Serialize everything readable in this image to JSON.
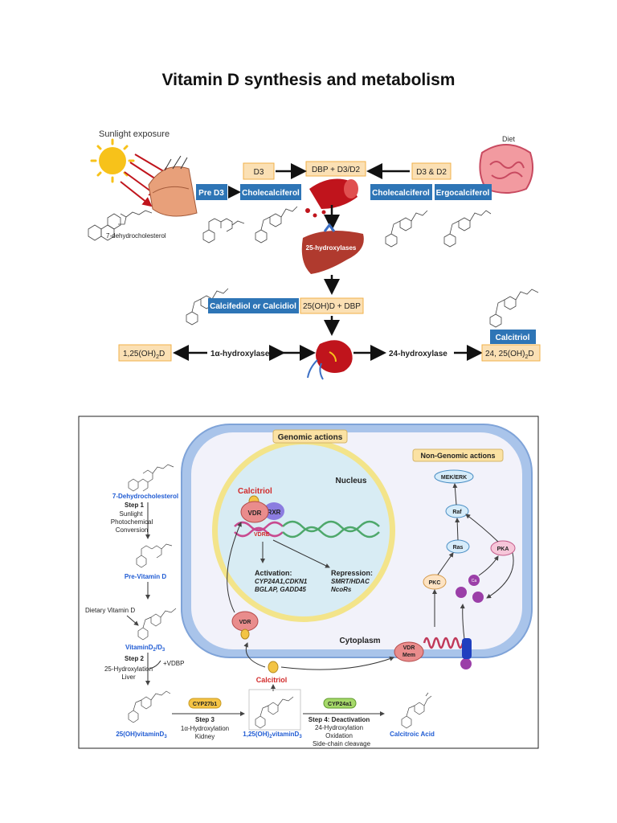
{
  "page_title": "Vitamin D synthesis and metabolism",
  "top": {
    "sunlight": "Sunlight exposure",
    "diet": "Diet",
    "seven_dhc": "7-dehydrocholesterol",
    "d3_box": "D3",
    "dbp_box": "DBP + D3/D2",
    "d3d2_box": "D3 & D2",
    "pre_d3": "Pre D3",
    "chole_left": "Cholecalciferol",
    "chole_right": "Cholecalciferol",
    "ergo": "Ergocalciferol",
    "hydroxylases": "25-hydroxylases",
    "calcifediol": "Calcifediol or Calcidiol",
    "oh_dbp": "25(OH)D + DBP",
    "calcitriol": "Calcitriol",
    "out_left": "1,25(OH)",
    "out_left_sub": "2",
    "out_left_tail": "D",
    "one_alpha": "1α-hydroxylase",
    "twentyfour": "24-hydroxylase",
    "out_right": "24, 25(OH)",
    "out_right_sub": "2",
    "out_right_tail": "D"
  },
  "bottom": {
    "genomic": "Genomic actions",
    "non_genomic": "Non-Genomic actions",
    "nucleus": "Nucleus",
    "cytoplasm": "Cytoplasm",
    "calcitriol_nuc": "Calcitriol",
    "vdr": "VDR",
    "rxr": "RXR",
    "vdre": "VDRE",
    "activation_title": "Activation:",
    "activation_l1": "CYP24A1,CDKN1",
    "activation_l2": "BGLAP, GADD45",
    "repression_title": "Repression:",
    "repression_l1": "SMRT/HDAC",
    "repression_l2": "NcoRs",
    "mek": "MEK/ERK",
    "raf": "Raf",
    "ras": "Ras",
    "pka": "PKA",
    "pkc": "PKC",
    "ca": "Ca",
    "vdr_cyto": "VDR",
    "vdr_mem_1": "VDR",
    "vdr_mem_2": "Mem",
    "calcitriol_out": "Calcitriol",
    "seven_dhc": "7-Dehydrocholesterol",
    "step1": "Step 1",
    "step1_l1": "Sunlight",
    "step1_l2": "Photochemical",
    "step1_l3": "Conversion",
    "pre_vitd": "Pre-Vitamin D",
    "dietary": "Dietary Vitamin D",
    "vitd2d3": "VitaminD",
    "vitd2d3_sub1": "2",
    "vitd2d3_sep": "/D",
    "vitd2d3_sub2": "3",
    "step2": "Step 2",
    "vdbp": "+VDBP",
    "step2_l1": "25-Hydroxylation",
    "step2_l2": "Liver",
    "oh_vitd3": "25(OH)vitaminD",
    "oh_vitd3_sub": "3",
    "cyp27b1": "CYP27b1",
    "step3": "Step 3",
    "step3_l1": "1α-Hydroxylation",
    "step3_l2": "Kidney",
    "dioh_vitd3": "1,25(OH)",
    "dioh_sub": "2",
    "dioh_tail": "vitaminD",
    "dioh_sub2": "3",
    "cyp24a1": "CYP24a1",
    "step4": "Step 4: Deactivation",
    "step4_l1": "24-Hydroxylation",
    "step4_l2": "Oxidation",
    "step4_l3": "Side-chain cleavage",
    "calcitroic": "Calcitroic Acid"
  },
  "colors": {
    "blue_box": "#2e75b6",
    "orange_box": "#fbe0b4",
    "orange_border": "#f2b14a",
    "blood": "#c0141c",
    "liver": "#b03a2e",
    "cell_outer": "#a9c4ea",
    "cell_inner": "#f2f2fa",
    "nucleus_fill": "#d8ecf4",
    "nucleus_ring": "#f3e48a",
    "accent_blue_text": "#1f5bd3",
    "accent_red_text": "#d22b2b"
  }
}
